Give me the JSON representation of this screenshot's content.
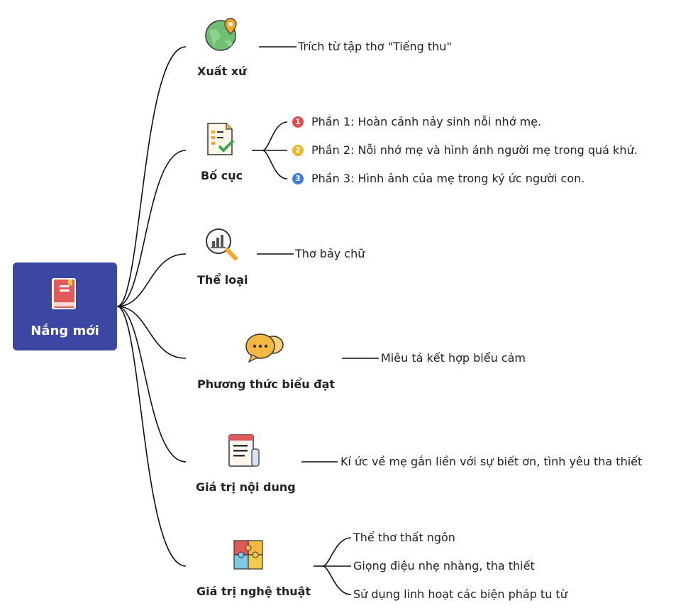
{
  "root": {
    "label": "Nắng mới",
    "icon": "book-icon"
  },
  "branches": [
    {
      "label": "Xuất xứ",
      "icon": "globe-pin-icon",
      "leaves": [
        "Trích từ tập thơ \"Tiếng thu\""
      ]
    },
    {
      "label": "Bố cục",
      "icon": "checklist-icon",
      "leaves": [
        "Phần 1: Hoàn cảnh nảy sinh nỗi nhớ mẹ.",
        "Phần 2: Nỗi nhớ mẹ và hình ảnh người mẹ trong quá khứ.",
        "Phần 3: Hình ảnh của mẹ trong ký ức người con."
      ],
      "markers": [
        "1",
        "2",
        "3"
      ],
      "marker_colors": [
        "#e84a4a",
        "#f0b429",
        "#3b7ddd"
      ]
    },
    {
      "label": "Thể loại",
      "icon": "magnifier-chart-icon",
      "leaves": [
        "Thơ bảy chữ"
      ]
    },
    {
      "label": "Phương thức biểu đạt",
      "icon": "speech-bubbles-icon",
      "leaves": [
        "Miêu tả kết hợp biểu cảm"
      ]
    },
    {
      "label": "Giá trị nội dung",
      "icon": "document-scroll-icon",
      "leaves": [
        "Kí ức về mẹ gắn liền với sự biết ơn, tình yêu tha thiết"
      ]
    },
    {
      "label": "Giá trị nghệ thuật",
      "icon": "puzzle-icon",
      "leaves": [
        "Thể thơ thất ngôn",
        "Giọng điệu nhẹ nhàng, tha thiết",
        "Sử dụng linh hoạt các biện pháp tu từ"
      ]
    }
  ],
  "colors": {
    "root_bg": "#3c47a3",
    "line": "#111111"
  }
}
